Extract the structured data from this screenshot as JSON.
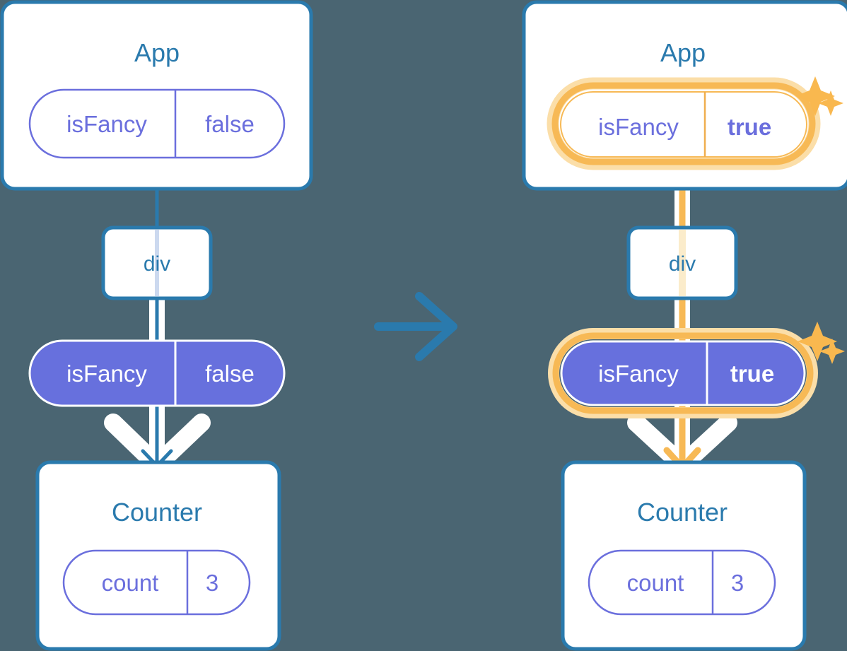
{
  "figure": {
    "title": "React state propagation before and after update",
    "background_color": "#4a6572",
    "transition_arrow": "right-arrow"
  },
  "colors": {
    "background": "#4a6572",
    "card_border": "#2a7aad",
    "card_fill": "#ffffff",
    "title_text": "#2a7aad",
    "pill_outline": "#6b6fdd",
    "pill_fill_active": "#6770dd",
    "pill_text": "#6b6fdd",
    "pill_text_active": "#ffffff",
    "highlight_ring": "#f7b955",
    "highlight_glow": "#fbdea8",
    "arrow_white": "#ffffff",
    "arrow_blue": "#2a7aad",
    "arrow_orange": "#f7b955",
    "sparkle": "#f9b84f"
  },
  "panels": [
    {
      "id": "before",
      "highlighted": false,
      "app_card": {
        "title": "App",
        "pill": {
          "key": "isFancy",
          "value": "false",
          "style": "outline",
          "highlighted": false,
          "bold_value": false
        }
      },
      "div_node": {
        "label": "div"
      },
      "prop_pill": {
        "key": "isFancy",
        "value": "false",
        "style": "filled",
        "highlighted": false,
        "bold_value": false
      },
      "counter_card": {
        "title": "Counter",
        "pill": {
          "key": "count",
          "value": "3",
          "style": "outline",
          "highlighted": false,
          "bold_value": false
        }
      },
      "sparkles": []
    },
    {
      "id": "after",
      "highlighted": true,
      "app_card": {
        "title": "App",
        "pill": {
          "key": "isFancy",
          "value": "true",
          "style": "outline",
          "highlighted": true,
          "bold_value": true
        }
      },
      "div_node": {
        "label": "div"
      },
      "prop_pill": {
        "key": "isFancy",
        "value": "true",
        "style": "filled",
        "highlighted": true,
        "bold_value": true
      },
      "counter_card": {
        "title": "Counter",
        "pill": {
          "key": "count",
          "value": "3",
          "style": "outline",
          "highlighted": false,
          "bold_value": false
        }
      },
      "sparkles": [
        "sparkle-large-top",
        "sparkle-small-top",
        "sparkle-large-mid",
        "sparkle-small-mid"
      ]
    }
  ]
}
